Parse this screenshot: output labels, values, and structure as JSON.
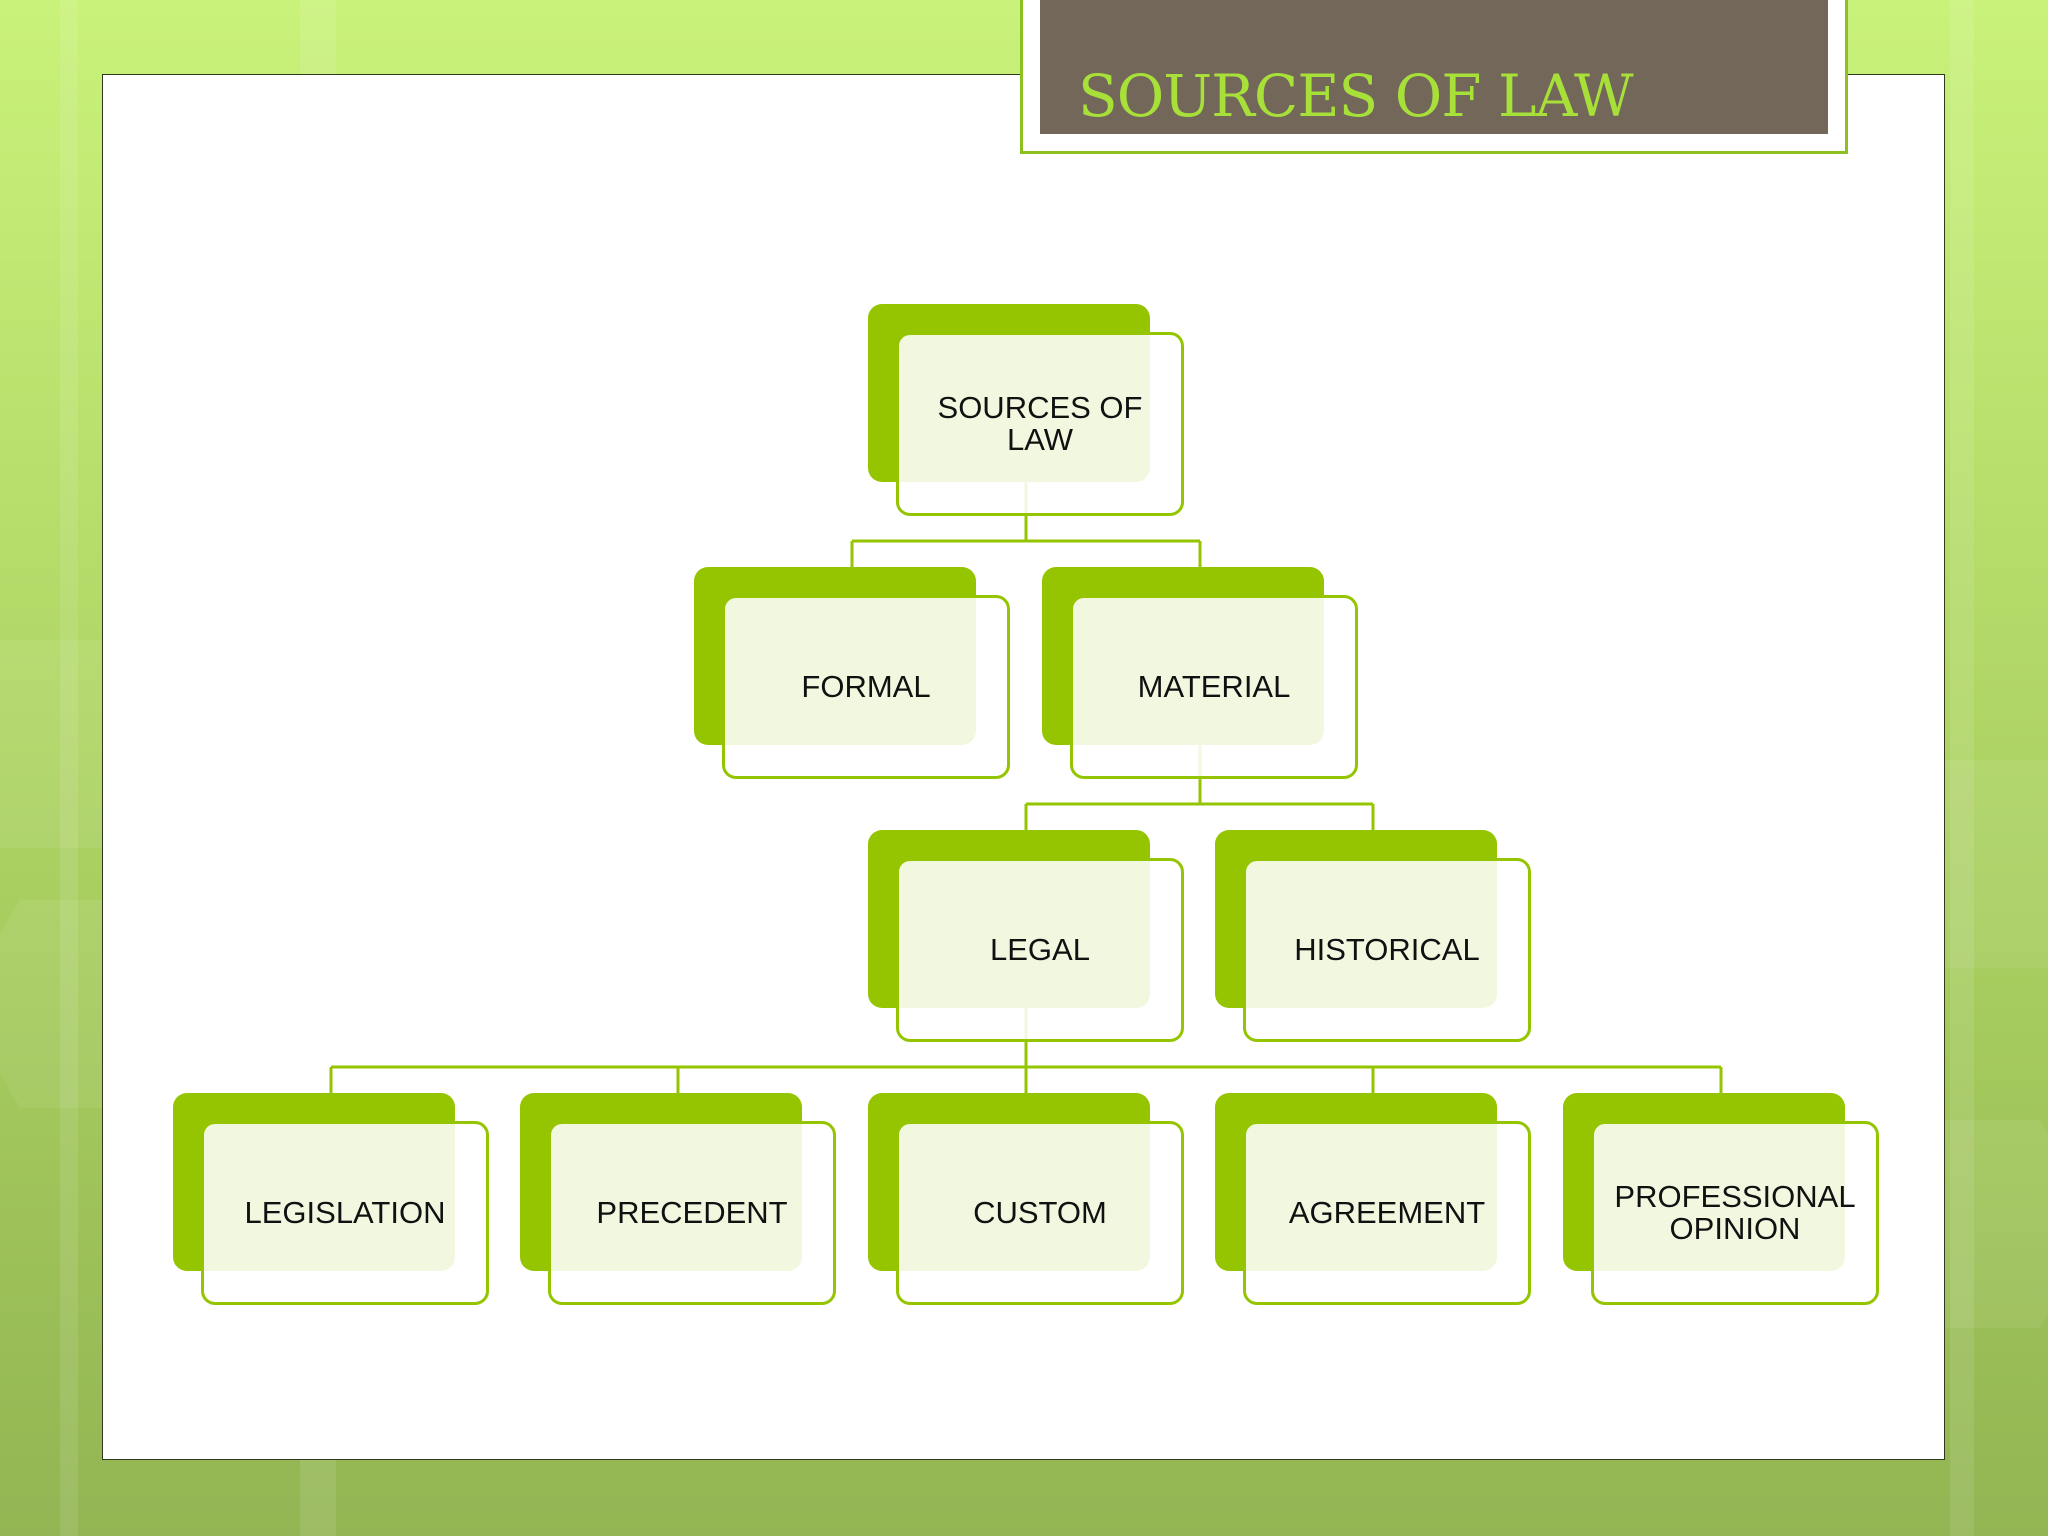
{
  "slide": {
    "title": "SOURCES OF LAW"
  },
  "diagram": {
    "type": "hierarchy",
    "colors": {
      "accent": "#94c500",
      "title_bar": "#726759",
      "title_text": "#a8e03a"
    },
    "nodes": {
      "root": "SOURCES OF LAW",
      "formal": "FORMAL",
      "material": "MATERIAL",
      "legal": "LEGAL",
      "historical": "HISTORICAL",
      "legislation": "LEGISLATION",
      "precedent": "PRECEDENT",
      "custom": "CUSTOM",
      "agreement": "AGREEMENT",
      "professional_opinion": "PROFESSIONAL OPINION"
    },
    "edges": [
      [
        "root",
        "formal"
      ],
      [
        "root",
        "material"
      ],
      [
        "material",
        "legal"
      ],
      [
        "material",
        "historical"
      ],
      [
        "legal",
        "legislation"
      ],
      [
        "legal",
        "precedent"
      ],
      [
        "legal",
        "custom"
      ],
      [
        "legal",
        "agreement"
      ],
      [
        "legal",
        "professional_opinion"
      ]
    ]
  }
}
